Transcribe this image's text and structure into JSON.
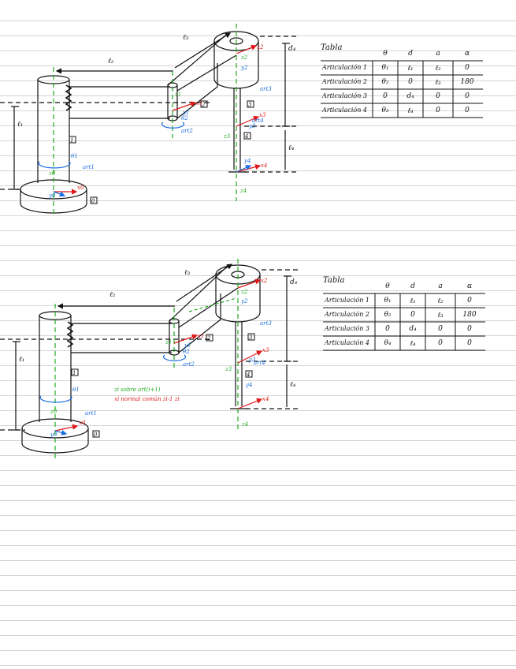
{
  "diagrams": [
    {
      "labels": {
        "l1": "ℓ₁",
        "l2": "ℓ₂",
        "l3": "ℓ₃",
        "l4": "ℓ₄",
        "d4": "d₄",
        "x0": "x0",
        "y0": "y0",
        "z0": "z0",
        "x1": "x1",
        "y1": "y1",
        "z1": "z1",
        "x2": "x2",
        "y2": "y2",
        "z2": "z2",
        "x3": "x3",
        "y3": "y3",
        "z3": "z3",
        "x4": "x4",
        "y4": "y4",
        "z4": "z4",
        "art1": "art1",
        "art2": "art2",
        "art3": "art3",
        "art4": "art4",
        "theta1": "θ1",
        "theta2": "θ2",
        "box0": "0",
        "box1": "1",
        "box2": "2",
        "box3": "3",
        "box4": "4"
      },
      "table": {
        "title": "Tabla",
        "headers": [
          "θ",
          "d",
          "a",
          "α"
        ],
        "rows": [
          {
            "label": "Articulación 1",
            "cells": [
              "θ₁",
              "ℓ₁",
              "ℓ₂",
              "0"
            ]
          },
          {
            "label": "Articulación 2",
            "cells": [
              "θ₂",
              "0",
              "ℓ₃",
              "180"
            ]
          },
          {
            "label": "Articulación 3",
            "cells": [
              "0",
              "d₄",
              "0",
              "0"
            ]
          },
          {
            "label": "Articulación 4",
            "cells": [
              "θ₃",
              "ℓ₄",
              "0",
              "0"
            ]
          }
        ]
      }
    },
    {
      "labels": {
        "l1": "ℓ₁",
        "l2": "ℓ₂",
        "l3": "ℓ₃",
        "l4": "ℓ₄",
        "d4": "d₄",
        "x0": "x0",
        "y0": "y0",
        "z0": "z0",
        "x1": "x1",
        "y1": "y1",
        "z1": "z1",
        "x2": "x2",
        "y2": "y2",
        "z2": "z2",
        "x3": "x3",
        "y3": "y3",
        "z3": "z3",
        "x4": "x4",
        "y4": "y4",
        "z4": "z4",
        "art1": "art1",
        "art2": "art2",
        "art3": "art3",
        "art4": "art4",
        "theta1": "θ1",
        "theta2": "θ2",
        "box0": "0",
        "box1": "1",
        "box2": "2",
        "box3": "3",
        "box4": "4"
      },
      "notes": [
        "zi sobre art(i+1)",
        "xi normal común zi-1 zi"
      ],
      "table": {
        "title": "Tabla",
        "headers": [
          "θ",
          "d",
          "a",
          "α"
        ],
        "rows": [
          {
            "label": "Articulación 1",
            "cells": [
              "θ₁",
              "ℓ₁",
              "ℓ₂",
              "0"
            ]
          },
          {
            "label": "Articulación 2",
            "cells": [
              "θ₂",
              "0",
              "ℓ₃",
              "180"
            ]
          },
          {
            "label": "Articulación 3",
            "cells": [
              "0",
              "d₄",
              "0",
              "0"
            ]
          },
          {
            "label": "Articulación 4",
            "cells": [
              "θ₄",
              "ℓ₄",
              "0",
              "0"
            ]
          }
        ]
      }
    }
  ],
  "colors": {
    "ink": "#111111",
    "green": "#22aa22",
    "blue": "#1a6ee0",
    "red": "#e01818",
    "rule": "#d4d4d4"
  }
}
